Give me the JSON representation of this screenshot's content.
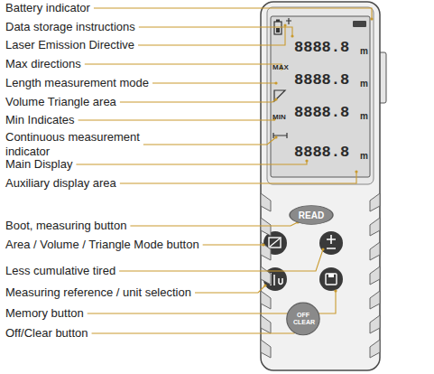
{
  "diagram": {
    "nodes": [
      {
        "text": [
          "READ"
        ]
      },
      {
        "text": [
          "OFF CLEAR"
        ]
      }
    ],
    "labels": [
      "Battery indicator",
      "Data storage instructions",
      "Laser Emission Directive",
      "Max directions",
      "Length measurement mode",
      "Volume Triangle area",
      "Min Indicates",
      "Continuous measurement indicator",
      "Main Display",
      "Auxiliary display area",
      "Boot, measuring button",
      "Area / Volume / Triangle Mode button",
      "Less cumulative tired",
      "Measuring reference / unit selection",
      "Memory button",
      "Off/Clear button",
      "MAX",
      "MIN",
      "8888.8",
      "8888.8",
      "8888.8",
      "8888.8",
      "m",
      "m",
      "m",
      "m"
    ]
  }
}
